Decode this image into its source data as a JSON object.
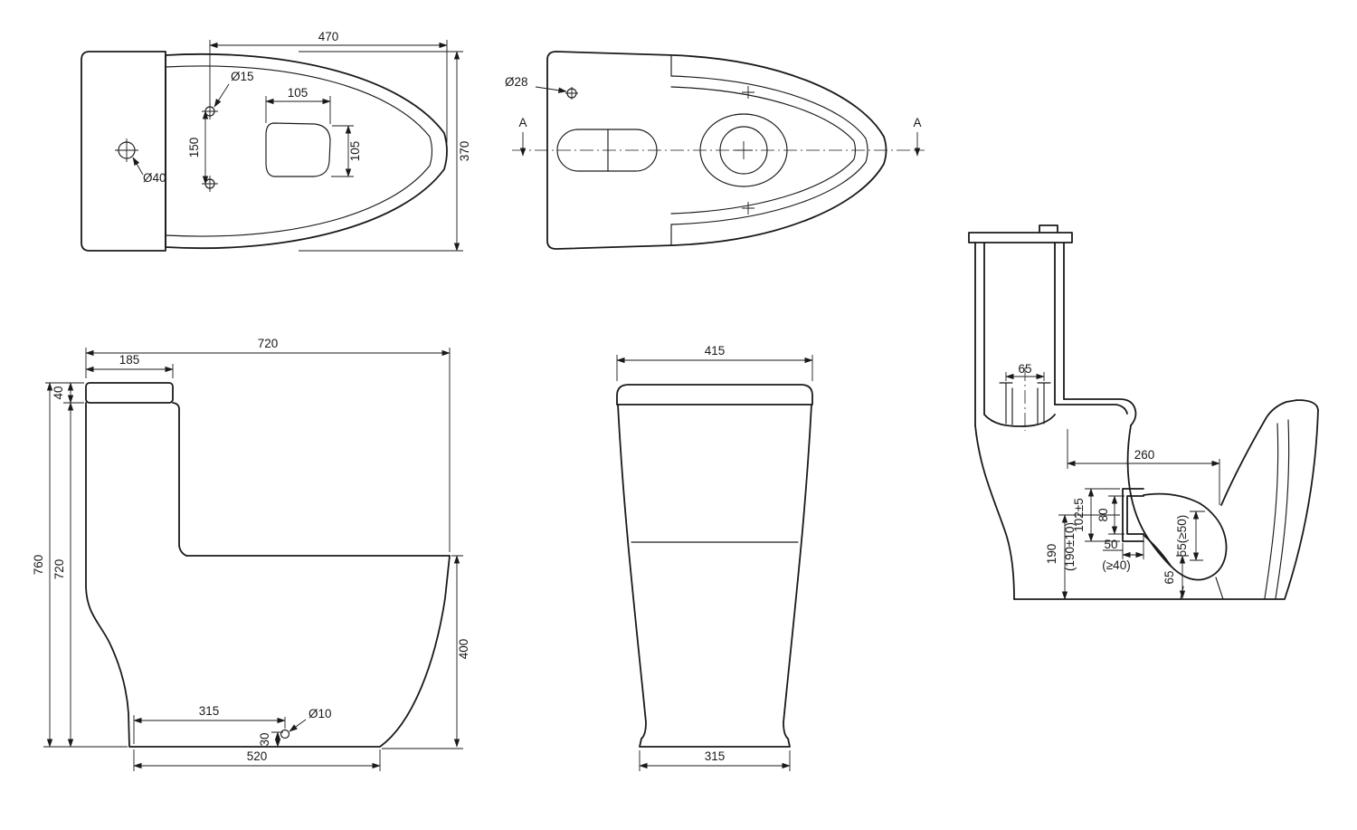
{
  "meta": {
    "background_color": "#ffffff",
    "line_color": "#1a1a1a",
    "drawing_subject": "one-piece toilet dimensional drawing"
  },
  "top_view": {
    "dim_470": "470",
    "dim_phi15": "Ø15",
    "dim_105_w": "105",
    "dim_150": "150",
    "dim_105_h": "105",
    "dim_phi40": "Ø40",
    "dim_370": "370"
  },
  "plan_view": {
    "dim_phi28": "Ø28",
    "section_label_left": "A",
    "section_label_right": "A"
  },
  "side_view": {
    "dim_720_depth": "720",
    "dim_185": "185",
    "dim_40": "40",
    "dim_760": "760",
    "dim_720_height": "720",
    "dim_400": "400",
    "dim_315": "315",
    "dim_phi10": "Ø10",
    "dim_30": "30",
    "dim_520": "520"
  },
  "front_view": {
    "dim_415": "415",
    "dim_315": "315"
  },
  "section_view": {
    "dim_65_valve": "65",
    "dim_260": "260",
    "dim_102": "102±5",
    "dim_80": "80",
    "dim_190": "190",
    "dim_190_tol": "(190±10)",
    "dim_50": "50",
    "dim_50_min": "(≥40)",
    "dim_65_trap": "65",
    "dim_55": "55(≥50)"
  }
}
